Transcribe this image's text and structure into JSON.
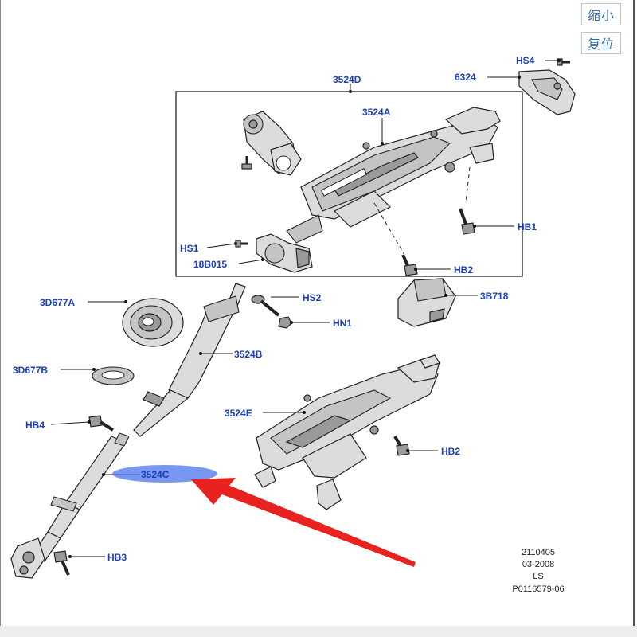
{
  "controls": {
    "zoom_out_label": "缩小",
    "reset_label": "复位"
  },
  "callouts": {
    "c3524D": "3524D",
    "c3524A": "3524A",
    "c6324": "6324",
    "cHS4": "HS4",
    "cHB1": "HB1",
    "cHS1": "HS1",
    "c18B015": "18B015",
    "cHB2a": "HB2",
    "cHS2": "HS2",
    "c3B718": "3B718",
    "c3D677A": "3D677A",
    "cHN1": "HN1",
    "c3524B": "3524B",
    "c3D677B": "3D677B",
    "c3524E": "3524E",
    "cHB4": "HB4",
    "cHB2b": "HB2",
    "c3524C": "3524C",
    "cHB3": "HB3"
  },
  "drawing_info": {
    "line1": "2110405",
    "line2": "03-2008",
    "line3": "LS",
    "line4": "P0116579-06"
  },
  "colors": {
    "label": "#1d3fb8",
    "highlight": "#4a74ee",
    "arrow": "#e8231f",
    "button_text": "#3a6fb0"
  }
}
